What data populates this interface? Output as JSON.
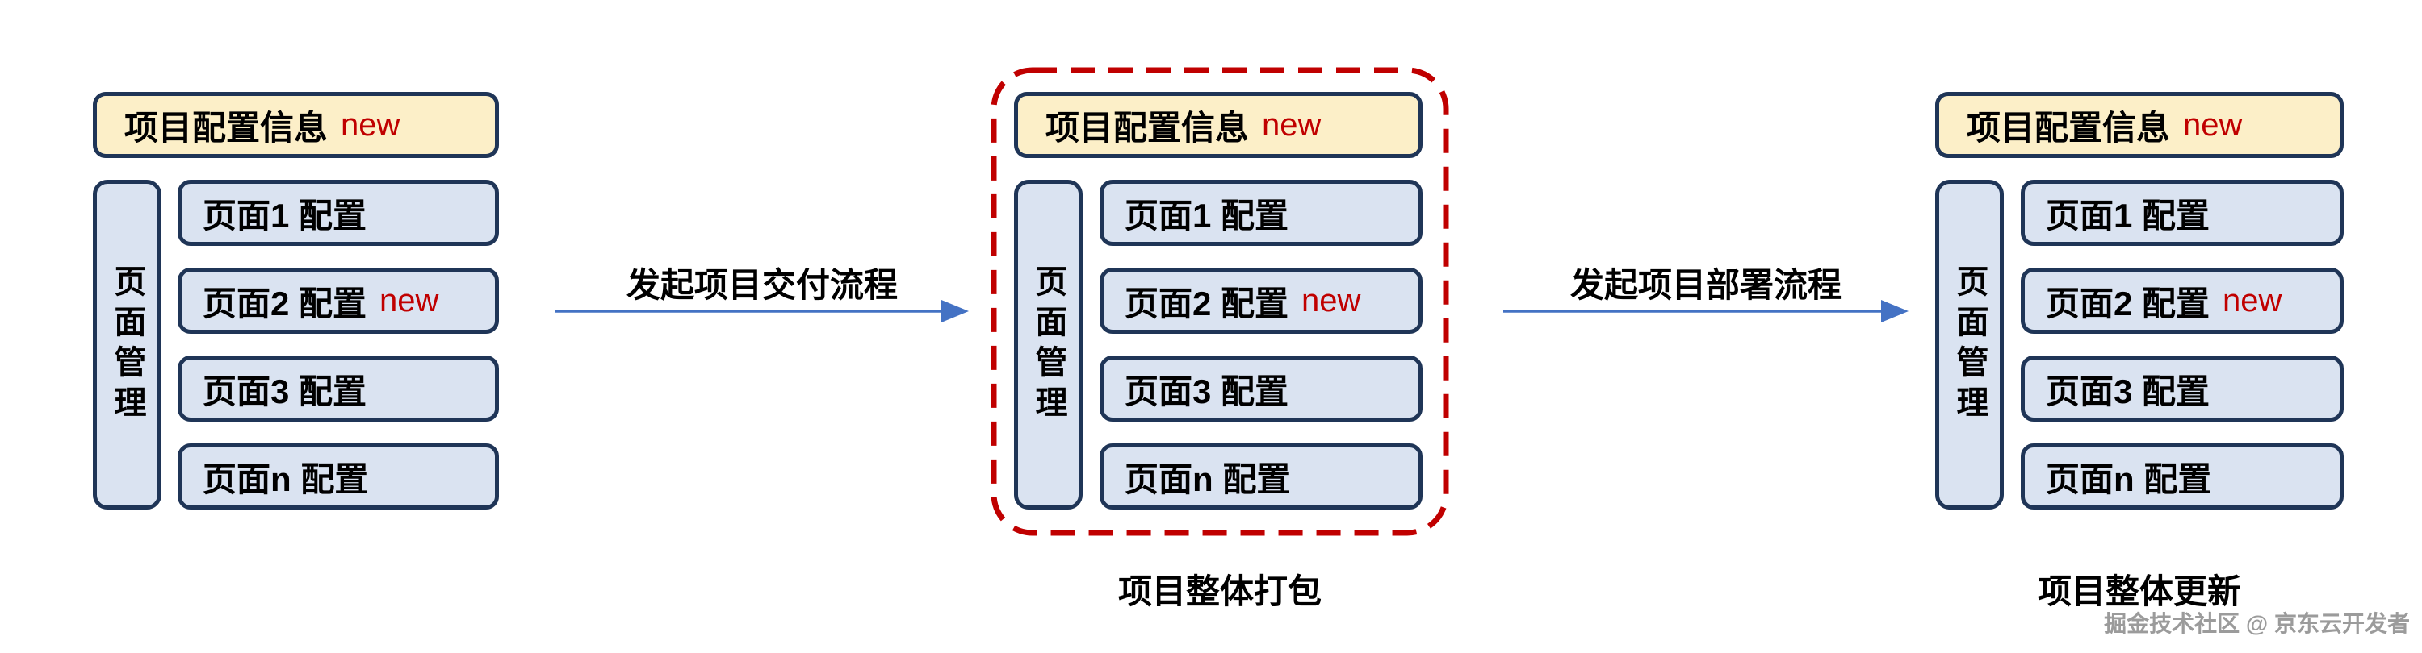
{
  "diagram": {
    "groups": [
      {
        "config_title": "项目配置信息",
        "config_badge": "new",
        "sidebar_label": "页面管理",
        "pages": [
          {
            "label": "页面1 配置",
            "badge": ""
          },
          {
            "label": "页面2 配置",
            "badge": "new"
          },
          {
            "label": "页面3 配置",
            "badge": ""
          },
          {
            "label": "页面n 配置",
            "badge": ""
          }
        ],
        "caption": ""
      },
      {
        "config_title": "项目配置信息",
        "config_badge": "new",
        "sidebar_label": "页面管理",
        "pages": [
          {
            "label": "页面1 配置",
            "badge": ""
          },
          {
            "label": "页面2 配置",
            "badge": "new"
          },
          {
            "label": "页面3 配置",
            "badge": ""
          },
          {
            "label": "页面n 配置",
            "badge": ""
          }
        ],
        "caption": "项目整体打包"
      },
      {
        "config_title": "项目配置信息",
        "config_badge": "new",
        "sidebar_label": "页面管理",
        "pages": [
          {
            "label": "页面1 配置",
            "badge": ""
          },
          {
            "label": "页面2 配置",
            "badge": "new"
          },
          {
            "label": "页面3 配置",
            "badge": ""
          },
          {
            "label": "页面n 配置",
            "badge": ""
          }
        ],
        "caption": "项目整体更新"
      }
    ],
    "arrows": [
      {
        "label": "发起项目交付流程"
      },
      {
        "label": "发起项目部署流程"
      }
    ],
    "watermark": "掘金技术社区 @ 京东云开发者",
    "colors": {
      "box_border": "#1f3557",
      "config_fill": "#fcefc8",
      "page_fill": "#dae3f1",
      "badge_red": "#c00000",
      "dashed_red": "#c00000",
      "arrow_blue": "#4472c4",
      "watermark_gray": "#9b9b9b"
    }
  }
}
